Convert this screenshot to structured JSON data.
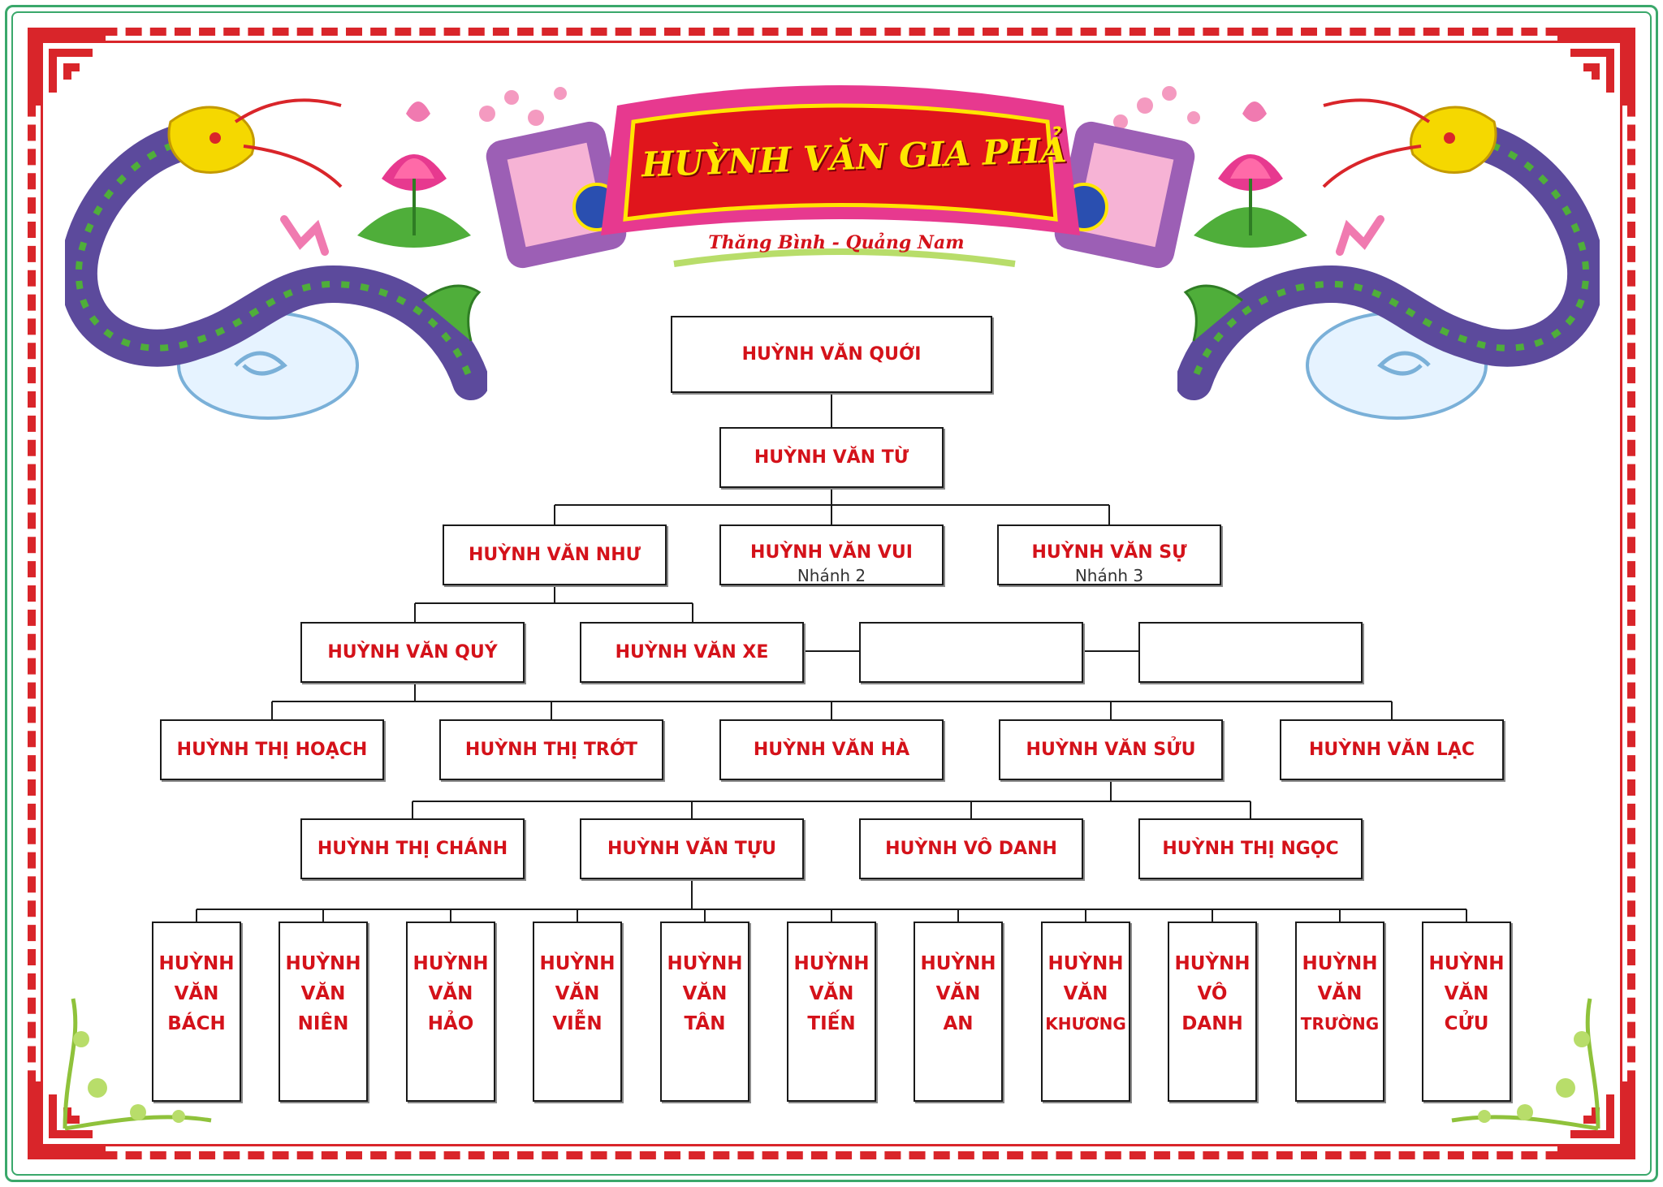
{
  "banner": {
    "title": "HUỲNH VĂN GIA PHẢ",
    "subtitle": "Thăng Bình - Quảng Nam"
  },
  "tree": {
    "root": "HUỲNH VĂN QUỚI",
    "gen2": "HUỲNH VĂN TỪ",
    "gen3": [
      {
        "name": "HUỲNH VĂN NHƯ",
        "branch": ""
      },
      {
        "name": "HUỲNH VĂN VUI",
        "branch": "Nhánh 2"
      },
      {
        "name": "HUỲNH VĂN SỰ",
        "branch": "Nhánh 3"
      }
    ],
    "gen4": [
      "HUỲNH VĂN QUÝ",
      "HUỲNH VĂN XE",
      "",
      ""
    ],
    "gen5": [
      "HUỲNH THỊ HOẠCH",
      "HUỲNH THỊ TRỚT",
      "HUỲNH VĂN HÀ",
      "HUỲNH VĂN SỬU",
      "HUỲNH VĂN LẠC"
    ],
    "gen6": [
      "HUỲNH THỊ CHÁNH",
      "HUỲNH VĂN TỰU",
      "HUỲNH VÔ DANH",
      "HUỲNH THỊ NGỌC"
    ],
    "gen7": [
      [
        "HUỲNH",
        "VĂN",
        "BÁCH"
      ],
      [
        "HUỲNH",
        "VĂN",
        "NIÊN"
      ],
      [
        "HUỲNH",
        "VĂN",
        "HẢO"
      ],
      [
        "HUỲNH",
        "VĂN",
        "VIỄN"
      ],
      [
        "HUỲNH",
        "VĂN",
        "TÂN"
      ],
      [
        "HUỲNH",
        "VĂN",
        "TIẾN"
      ],
      [
        "HUỲNH",
        "VĂN",
        "AN"
      ],
      [
        "HUỲNH",
        "VĂN",
        "KHƯƠNG"
      ],
      [
        "HUỲNH",
        "VÔ",
        "DANH"
      ],
      [
        "HUỲNH",
        "VĂN",
        "TRƯỜNG"
      ],
      [
        "HUỲNH",
        "VĂN",
        "CỬU"
      ]
    ]
  },
  "colors": {
    "name_text": "#d4121a",
    "frame_green": "#3aa86b",
    "meander_red": "#d9252a",
    "banner_red": "#e0151c",
    "banner_gold": "#ffe600",
    "scroll_purple": "#9c5fb5",
    "scroll_pink": "#e7398f",
    "dragon_purple": "#5c4a9c",
    "dragon_green": "#4fae3a"
  },
  "icons": [
    "dragon-left-icon",
    "dragon-right-icon",
    "lotus-left-icon",
    "lotus-right-icon",
    "apricot-blossom-icon",
    "vine-ornament-icon",
    "shou-medallion-icon"
  ]
}
